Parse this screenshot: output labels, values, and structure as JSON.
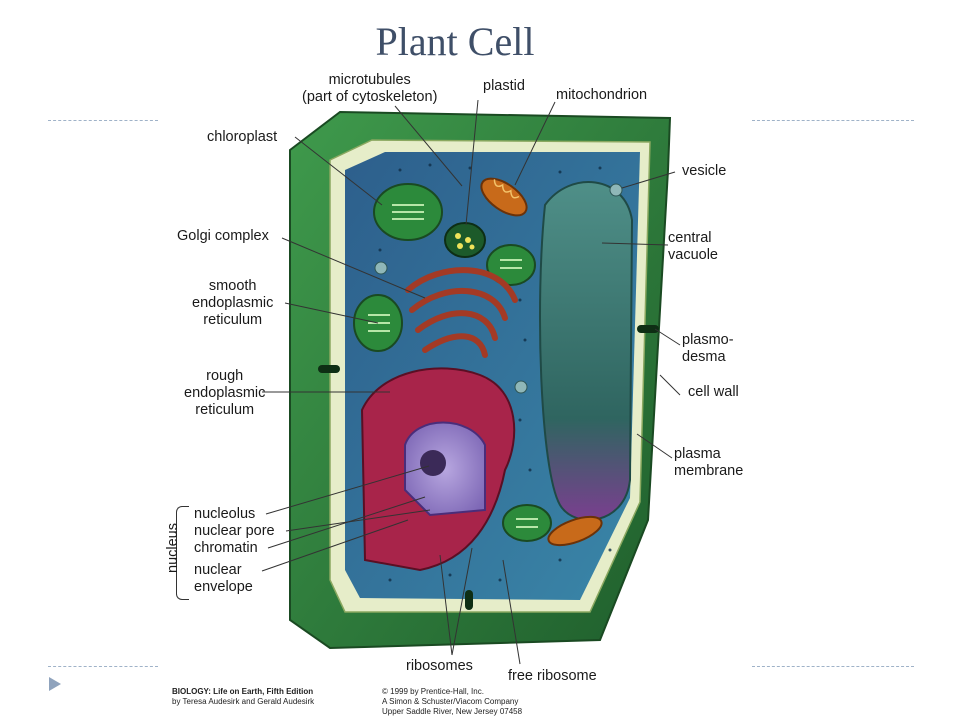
{
  "slide": {
    "title": "Plant Cell"
  },
  "labels": {
    "microtubules": "microtubules\n(part of cytoskeleton)",
    "plastid": "plastid",
    "mitochondrion": "mitochondrion",
    "chloroplast": "chloroplast",
    "vesicle": "vesicle",
    "golgi": "Golgi complex",
    "central_vacuole": "central\nvacuole",
    "smooth_er": "smooth\nendoplasmic\nreticulum",
    "plasmodesma": "plasmo-\ndesma",
    "rough_er": "rough\nendoplasmic\nreticulum",
    "cell_wall": "cell wall",
    "plasma_membrane": "plasma\nmembrane",
    "nucleolus": "nucleolus",
    "nuclear_pore": "nuclear pore",
    "chromatin": "chromatin",
    "nuclear_envelope": "nuclear\nenvelope",
    "nucleus": "nucleus",
    "ribosomes": "ribosomes",
    "free_ribosome": "free ribosome"
  },
  "credits": {
    "book_title": "BIOLOGY: Life on Earth, Fifth Edition",
    "authors": "by Teresa Audesirk and Gerald Audesirk",
    "copyright_1": "© 1999 by Prentice-Hall, Inc.",
    "copyright_2": "A Simon & Schuster/Viacom Company",
    "copyright_3": "Upper Saddle River, New Jersey 07458"
  },
  "colors": {
    "title": "#3f4f68",
    "cell_wall": "#2f7a3c",
    "cytoplasm": "#2f6f9a",
    "vacuole": "#3c6f6a",
    "golgi": "#a33a25",
    "rough_er": "#a8244a",
    "nucleus": "#9a86c9",
    "chloroplast": "#2c8a3b",
    "mitochondrion": "#c86a1a"
  }
}
